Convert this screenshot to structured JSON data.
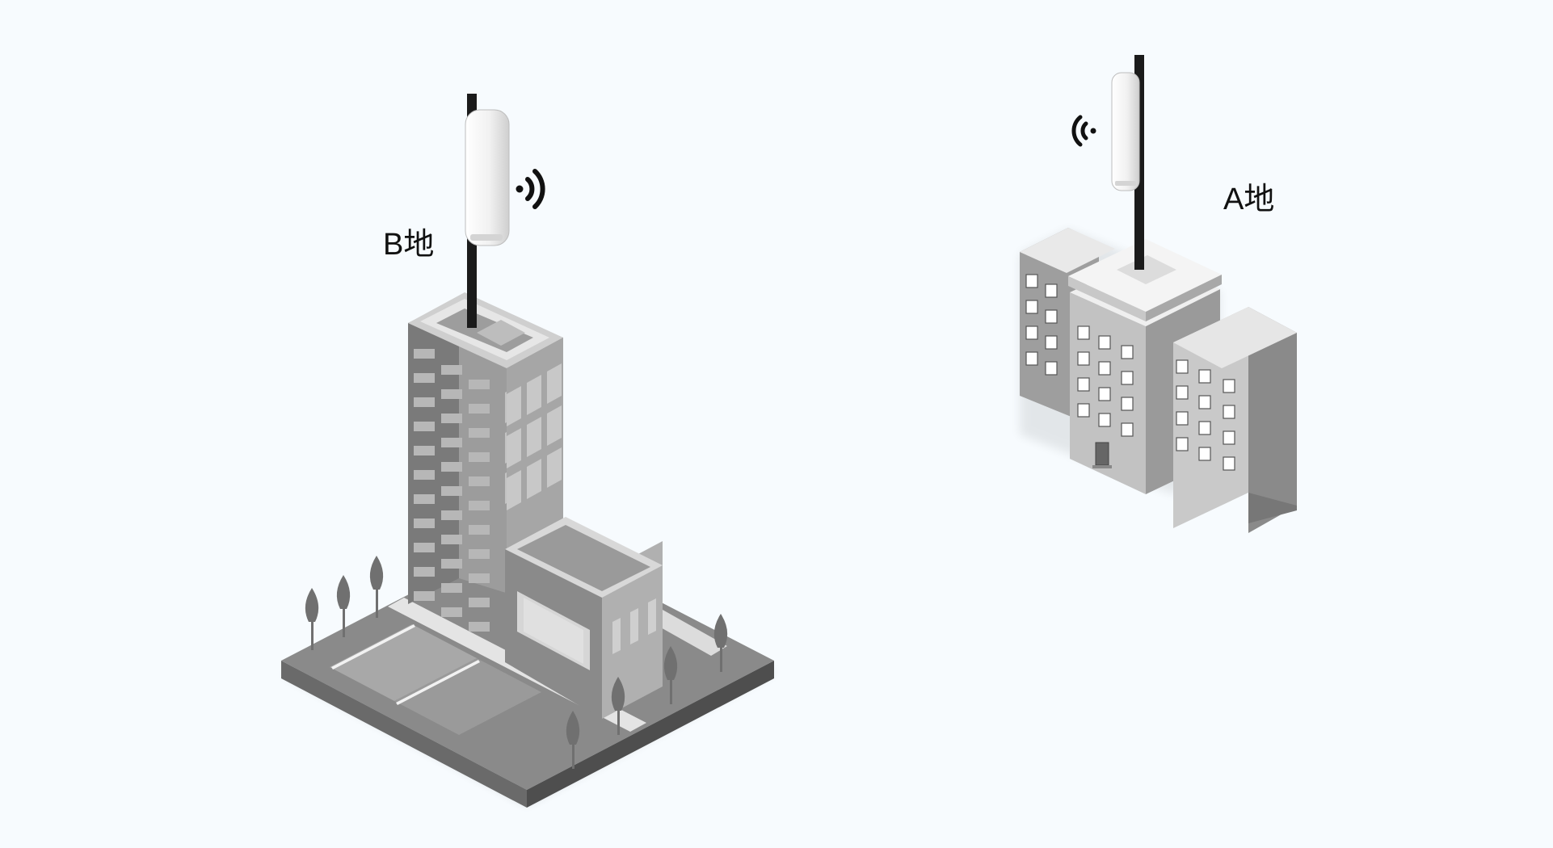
{
  "sites": [
    {
      "id": "B",
      "label": "B地"
    },
    {
      "id": "A",
      "label": "A地"
    }
  ],
  "icons": {
    "site_b_antenna": "outdoor-cpe-antenna",
    "site_b_signal": "wifi-signal-right-icon",
    "site_a_antenna": "outdoor-cpe-antenna",
    "site_a_signal": "wifi-signal-left-icon"
  },
  "colors": {
    "background": "#f7fbfe",
    "label_text": "#111111",
    "pole": "#1b1b1b",
    "antenna_body": "#ececec"
  }
}
